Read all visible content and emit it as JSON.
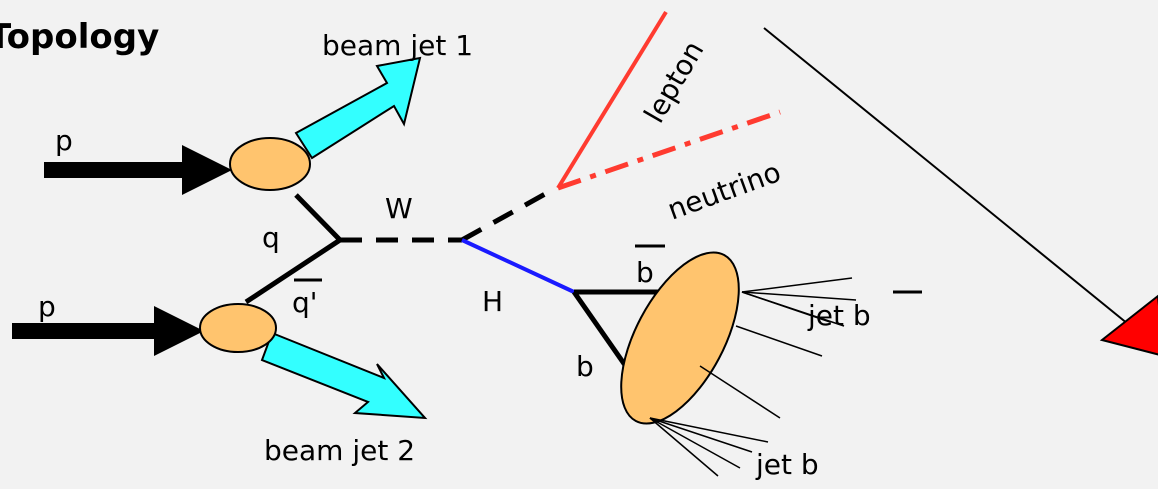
{
  "title": "Topology",
  "labels": {
    "beam_jet_1": "beam jet 1",
    "beam_jet_2": "beam jet 2",
    "proton_top": "p",
    "proton_bottom": "p",
    "quark": "q",
    "antiquark": "q'",
    "w_boson": "W",
    "higgs": "H",
    "lepton": "lepton",
    "neutrino": "neutrino",
    "b_quark": "b",
    "anti_b_quark": "b",
    "jet_b": "jet b",
    "jet_b_bar": "jet b"
  },
  "colors": {
    "background": "#f2f2f2",
    "beam_jet": "#33ffff",
    "blob": "#ffc46e",
    "lepton": "#ff3b30",
    "higgs_line": "#1a1aff",
    "arrow_head": "#ff0000"
  }
}
